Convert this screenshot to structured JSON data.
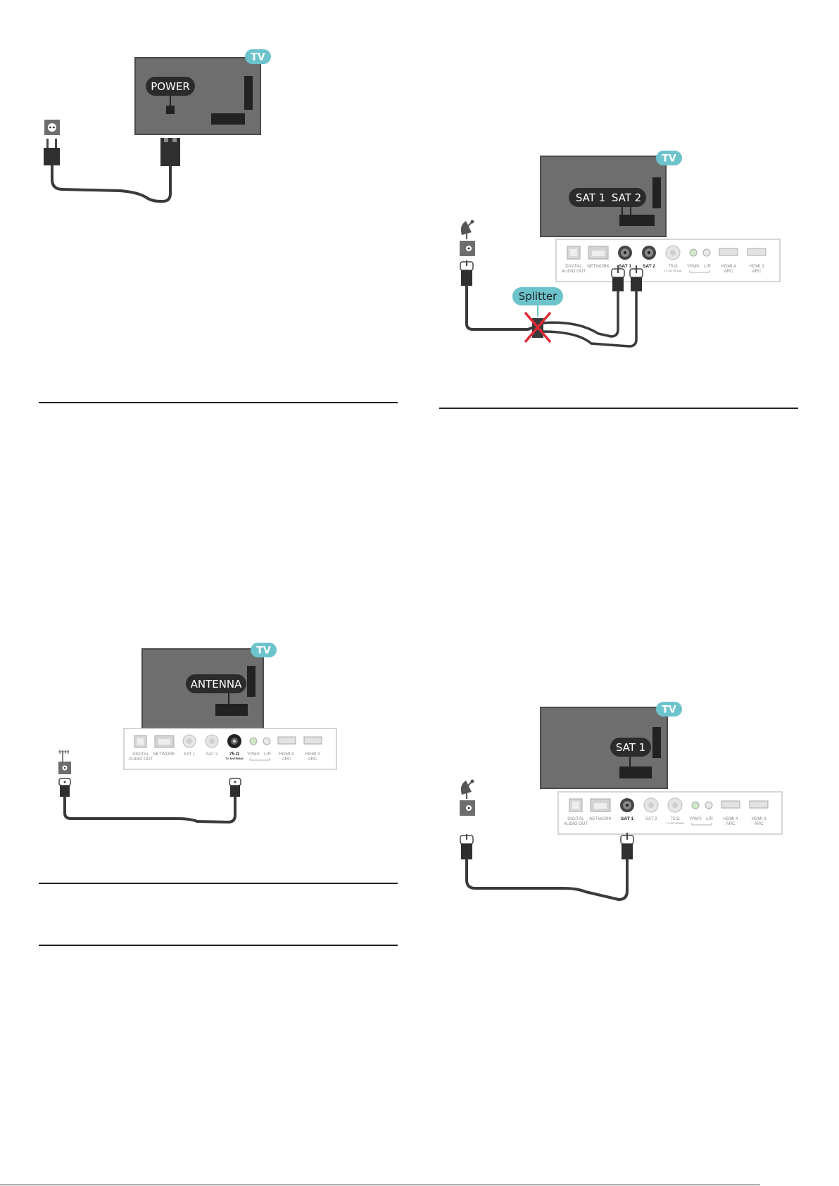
{
  "diagram_power": {
    "tv_badge": "TV",
    "label": "POWER"
  },
  "diagram_splitter": {
    "tv_badge": "TV",
    "label_sat1": "SAT 1",
    "label_sat2": "SAT 2",
    "splitter_label": "Splitter",
    "ports": {
      "digital_audio_out_1": "DIGITAL",
      "digital_audio_out_2": "AUDIO OUT",
      "network": "NETWORK",
      "sat1": "SAT 1",
      "sat2": "SAT 2",
      "antenna_1": "75 Ω",
      "antenna_2": "TV ANTENNA",
      "ypbpr": "YPbPr",
      "lr": "L/R",
      "hdmi4_1": "HDMI 4",
      "hdmi4_2": "ARC",
      "hdmi3_1": "HDMI 3",
      "hdmi3_2": "ARC"
    }
  },
  "diagram_antenna": {
    "tv_badge": "TV",
    "label": "ANTENNA",
    "ports": {
      "digital_audio_out_1": "DIGITAL",
      "digital_audio_out_2": "AUDIO OUT",
      "network": "NETWORK",
      "sat1": "SAT 1",
      "sat2": "SAT 2",
      "antenna_1": "75 Ω",
      "antenna_2": "TV ANTENNA",
      "ypbpr": "YPbPr",
      "lr": "L/R",
      "hdmi4_1": "HDMI 4",
      "hdmi4_2": "ARC",
      "hdmi3_1": "HDMI 3",
      "hdmi3_2": "ARC"
    }
  },
  "diagram_sat1": {
    "tv_badge": "TV",
    "label": "SAT 1",
    "ports": {
      "digital_audio_out_1": "DIGITAL",
      "digital_audio_out_2": "AUDIO OUT",
      "network": "NETWORK",
      "sat1": "SAT 1",
      "sat2": "SAT 2",
      "antenna_1": "75 Ω",
      "antenna_2": "TV ANTENNA",
      "ypbpr": "YPbPr",
      "lr": "L/R",
      "hdmi4_1": "HDMI 4",
      "hdmi4_2": "ARC",
      "hdmi3_1": "HDMI 3",
      "hdmi3_2": "ARC"
    }
  },
  "colors": {
    "tv_body": "#6e6e6e",
    "tv_badge": "#6cc3cc",
    "label_bg": "#2b2b2b",
    "cable": "#3a3a3a",
    "cross": "#e02a36"
  }
}
